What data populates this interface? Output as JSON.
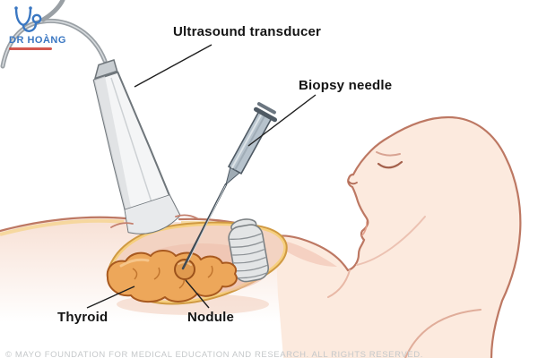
{
  "logo": {
    "title": "DR HOÀNG"
  },
  "labels": {
    "transducer": "Ultrasound transducer",
    "needle": "Biopsy needle",
    "thyroid": "Thyroid",
    "nodule": "Nodule"
  },
  "footer": {
    "copyright": "© MAYO FOUNDATION FOR MEDICAL EDUCATION AND RESEARCH. ALL RIGHTS RESERVED."
  },
  "colors": {
    "skin": "#fceade",
    "skin_outline": "#bd7863",
    "fat_layer": "#f2c266",
    "thyroid": "#eda75a",
    "nodule": "#e09a4f",
    "trachea": "#e3e5e6",
    "device": "#f4f5f6",
    "logo_blue": "#3a77c2"
  }
}
